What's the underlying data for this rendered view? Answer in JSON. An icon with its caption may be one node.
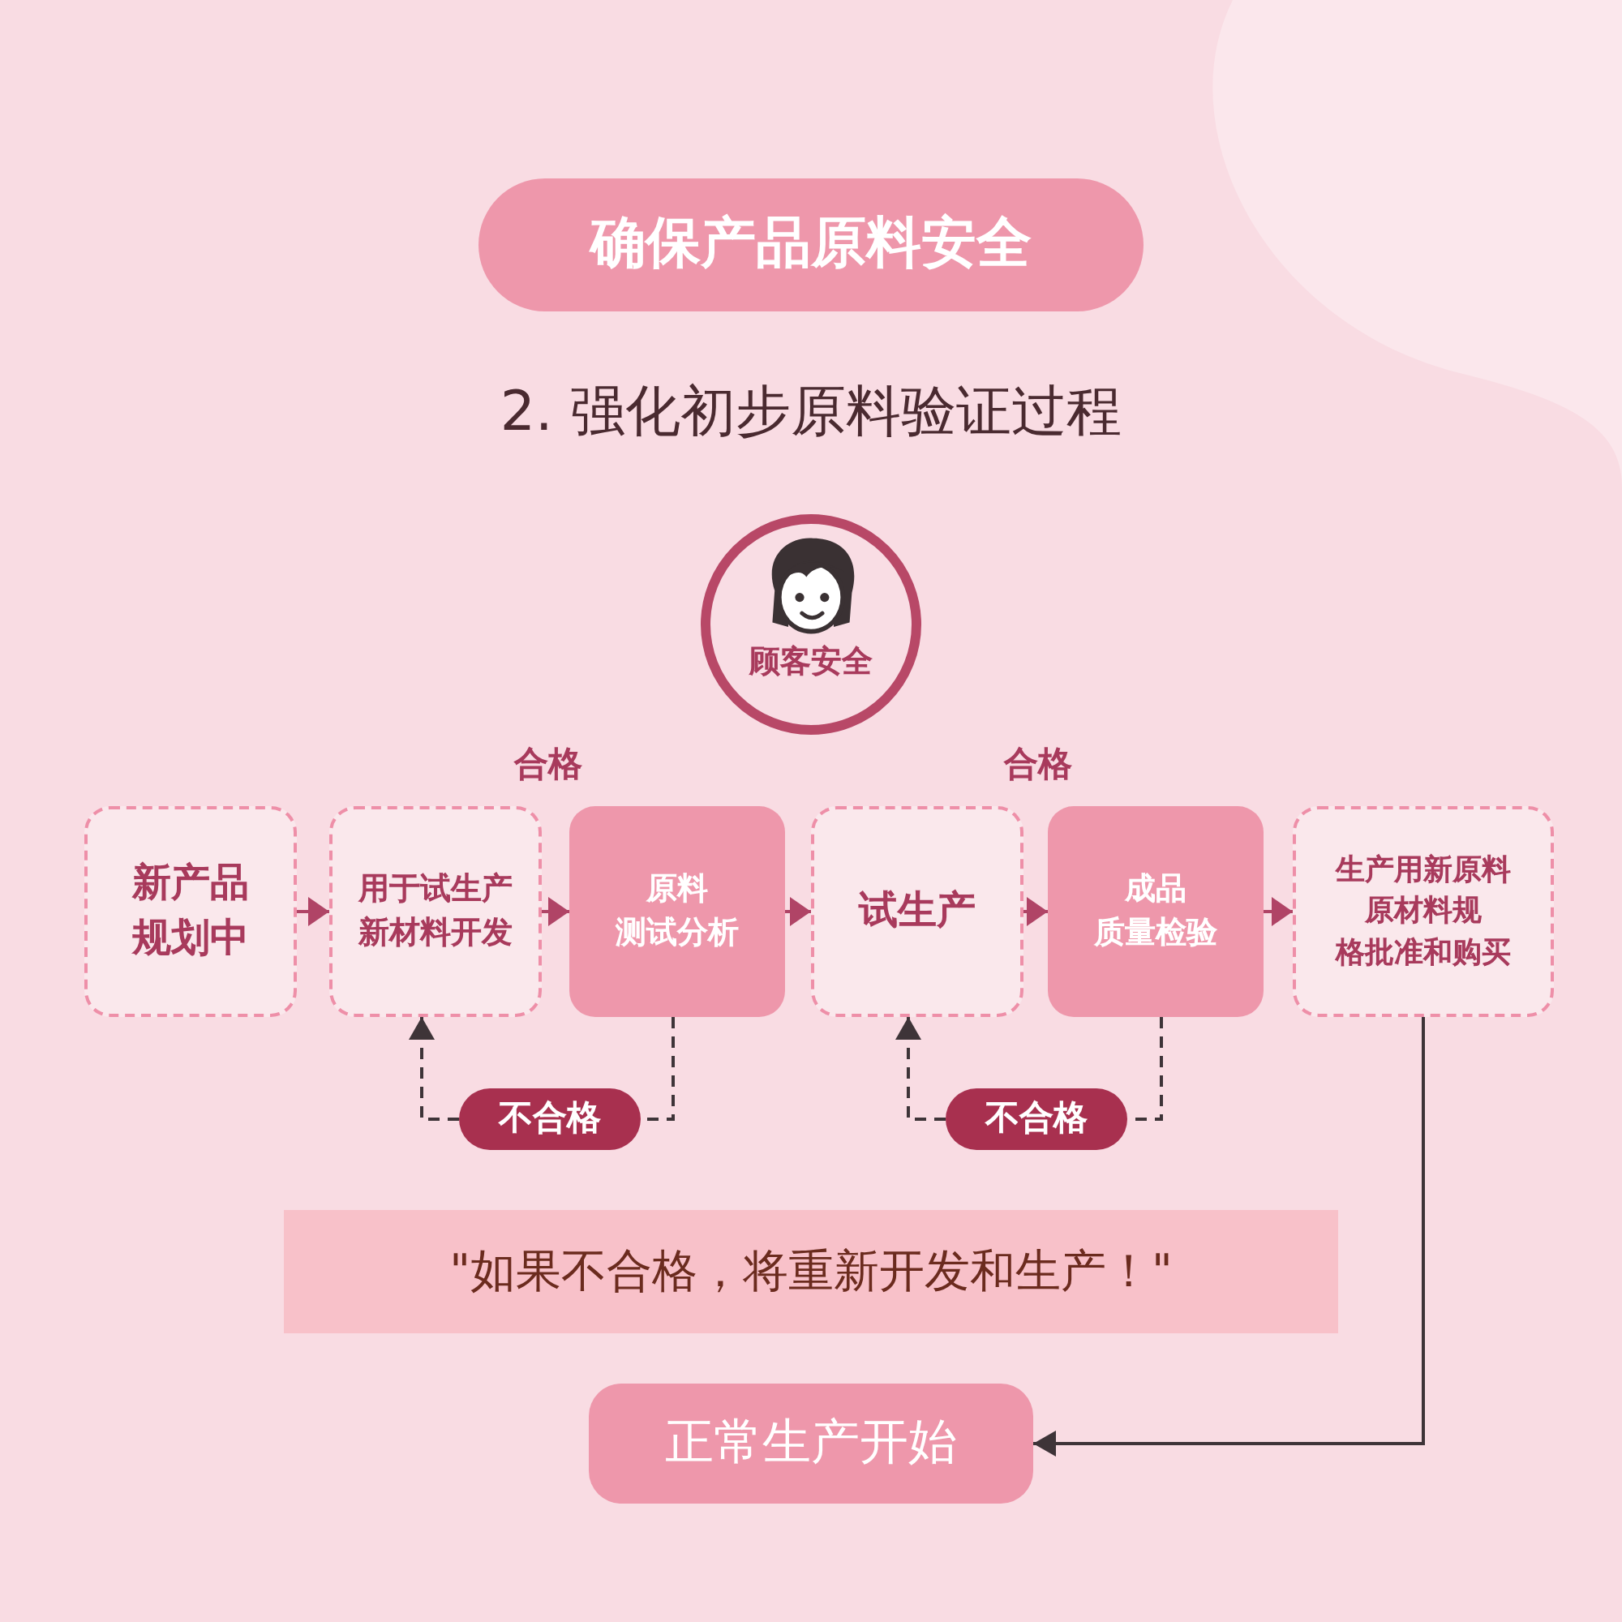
{
  "diagram": {
    "title": "确保产品原料安全",
    "labels": [
      "2. 强化初步原料验证过程"
    ],
    "nodes": [
      {
        "text": [
          "顾客安全"
        ]
      },
      {
        "text": [
          "新产品规划中"
        ]
      },
      {
        "text": [
          "用于试生产新材料开发"
        ]
      },
      {
        "text": [
          "原料测试分析"
        ]
      },
      {
        "text": [
          "试生产"
        ]
      },
      {
        "text": [
          "成品质量检验"
        ]
      },
      {
        "text": [
          "生产用新原料原材料规格批准和购买"
        ]
      },
      {
        "text": [
          "不合格"
        ]
      },
      {
        "text": [
          "不合格"
        ]
      },
      {
        "text": [
          "\"如果不合格，将重新开发和生产！\""
        ]
      },
      {
        "text": [
          "正常生产开始"
        ]
      }
    ],
    "edges": [
      {
        "from": 1,
        "to": 2,
        "arrow": "to",
        "color": "#b04466"
      },
      {
        "from": 2,
        "to": 3,
        "arrow": "to",
        "label": "合格",
        "color": "#b04466"
      },
      {
        "from": 3,
        "to": 4,
        "arrow": "to",
        "color": "#b04466"
      },
      {
        "from": 4,
        "to": 5,
        "arrow": "to",
        "label": "合格",
        "color": "#b04466"
      },
      {
        "from": 5,
        "to": 6,
        "arrow": "to",
        "color": "#b04466"
      },
      {
        "from": 3,
        "to": 7,
        "arrow": "none",
        "style": "dashed",
        "color": "#3e3438"
      },
      {
        "from": 7,
        "to": 2,
        "arrow": "to",
        "style": "dashed",
        "color": "#3e3438"
      },
      {
        "from": 5,
        "to": 8,
        "arrow": "none",
        "style": "dashed",
        "color": "#3e3438"
      },
      {
        "from": 8,
        "to": 4,
        "arrow": "to",
        "style": "dashed",
        "color": "#3e3438"
      },
      {
        "from": 6,
        "to": 10,
        "arrow": "to",
        "color": "#3e3438"
      }
    ]
  }
}
